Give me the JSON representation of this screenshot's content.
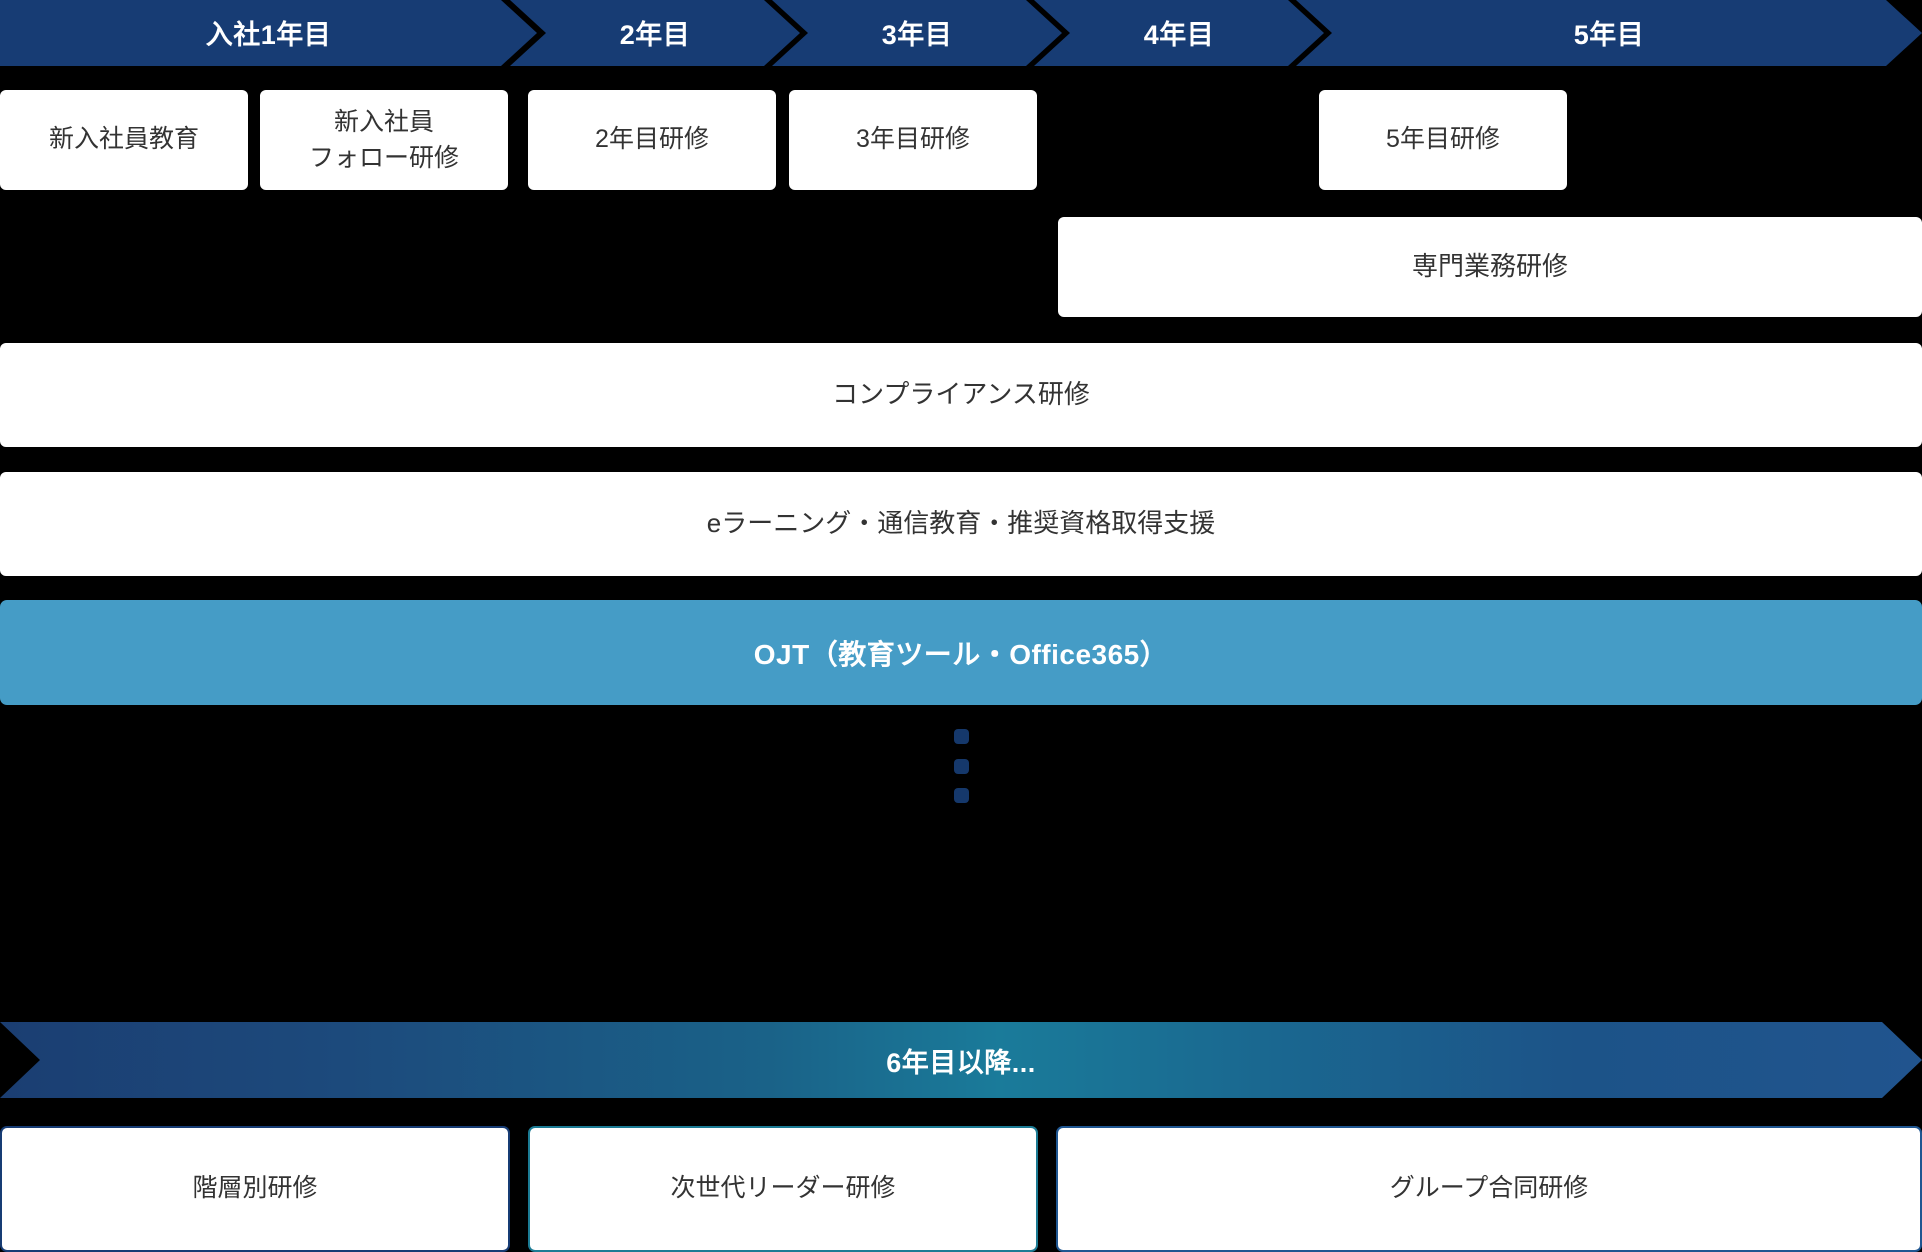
{
  "theme": {
    "background": "#000000",
    "navy": "#173C74",
    "ojt_blue": "#459CC6",
    "teal": "#1A7B9A",
    "box_bg": "#ffffff",
    "box_text": "#333333"
  },
  "timeline": {
    "years": [
      {
        "label": "入社1年目"
      },
      {
        "label": "2年目"
      },
      {
        "label": "3年目"
      },
      {
        "label": "4年目"
      },
      {
        "label": "5年目"
      }
    ]
  },
  "rows": {
    "year_programs": [
      {
        "label": "新入社員教育"
      },
      {
        "label_line1": "新入社員",
        "label_line2": "フォロー研修"
      },
      {
        "label": "2年目研修"
      },
      {
        "label": "3年目研修"
      },
      {
        "label": "5年目研修"
      }
    ],
    "specialist": {
      "label": "専門業務研修"
    },
    "compliance": {
      "label": "コンプライアンス研修"
    },
    "elearning": {
      "label": "eラーニング・通信教育・推奨資格取得支援"
    },
    "ojt": {
      "label": "OJT（教育ツール・Office365）"
    },
    "future": {
      "label": "6年目以降..."
    },
    "future_programs": [
      {
        "label": "階層別研修"
      },
      {
        "label": "次世代リーダー研修"
      },
      {
        "label": "グループ合同研修"
      }
    ]
  }
}
